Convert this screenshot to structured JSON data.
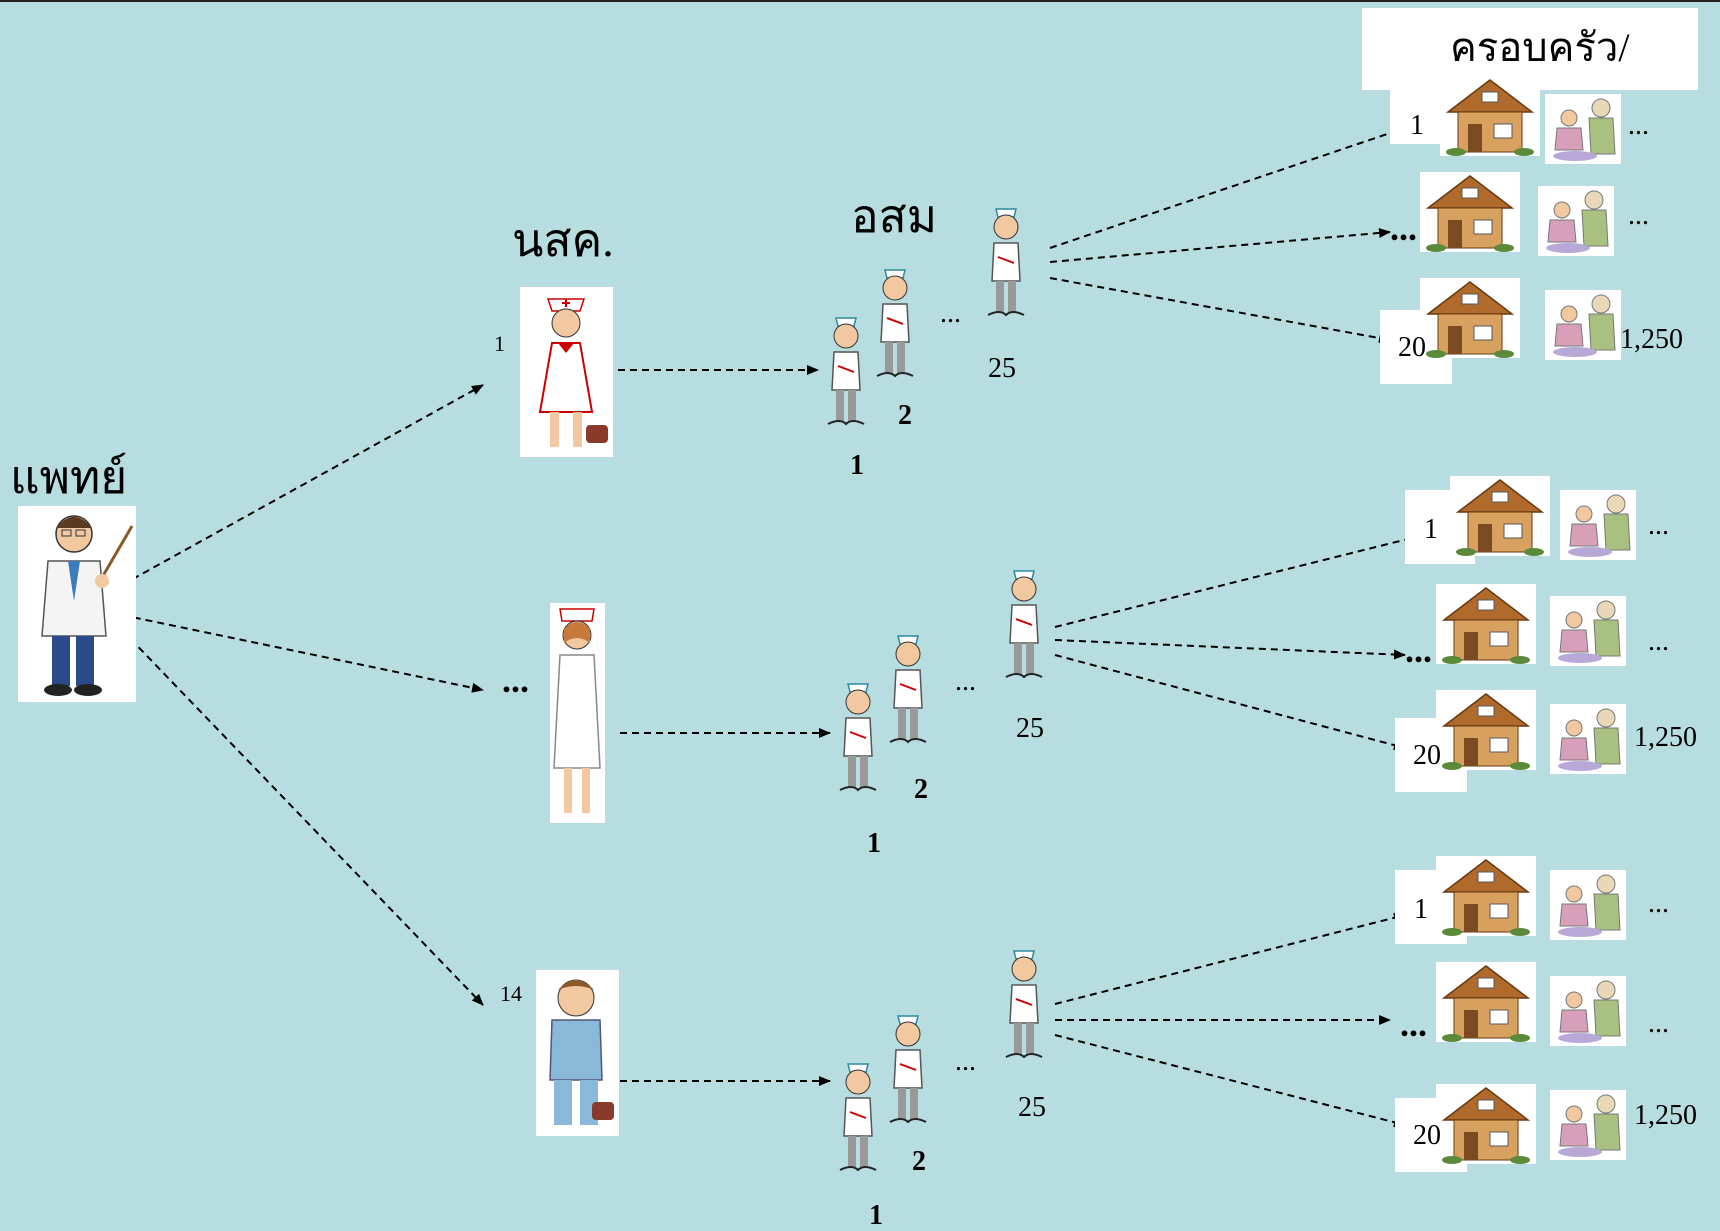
{
  "title_box": "ครอบครัว/",
  "doctor": {
    "label": "แพทย์"
  },
  "nurse_header": "นสค.",
  "volunteer_header": "อสม",
  "nurses": [
    {
      "label": "1"
    },
    {
      "label": "..."
    },
    {
      "label": "14"
    }
  ],
  "volunteers": {
    "first": "1",
    "second": "2",
    "ellipsis": "...",
    "last": "25"
  },
  "families": {
    "first": "1",
    "middle": "...",
    "last": "20",
    "ellipsis": "...",
    "total": "1,250"
  },
  "icons": [
    "doctor-icon",
    "nurse-icon",
    "volunteer-icon",
    "house-icon",
    "family-care-icon"
  ],
  "colors": {
    "background": "#b8dde0",
    "arrow": "#000000",
    "house_roof": "#b06a2c",
    "house_wall": "#d9a15f"
  }
}
